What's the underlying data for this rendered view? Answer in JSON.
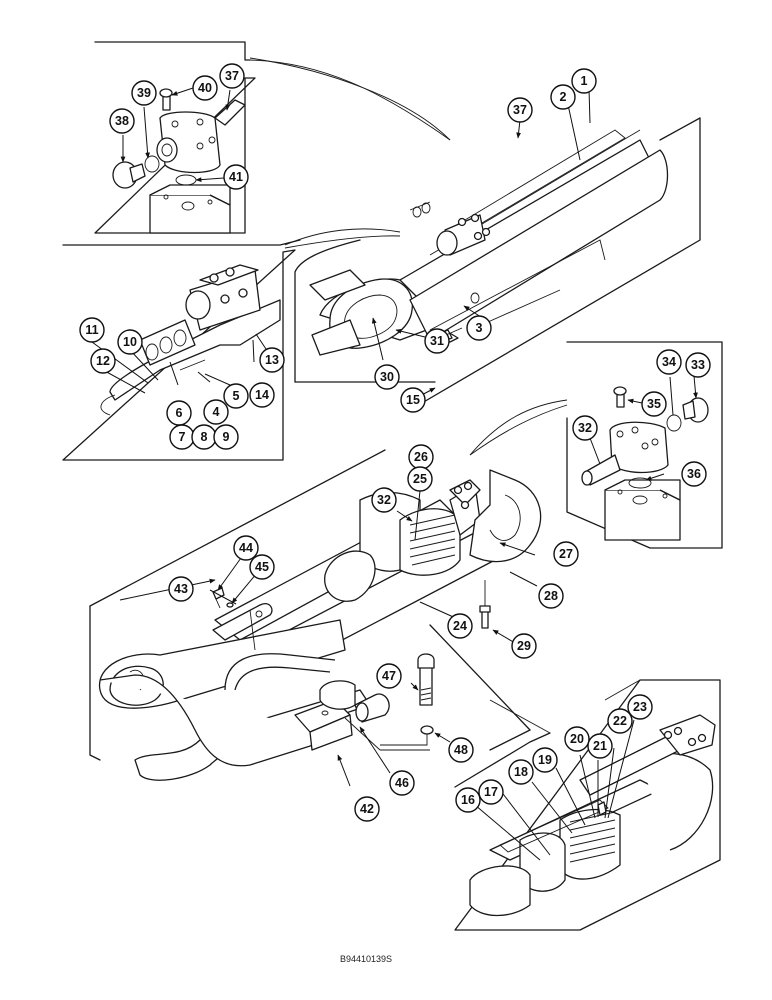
{
  "figure_id": "B94410139S",
  "colors": {
    "line": "#1a1a1a",
    "background": "#ffffff"
  },
  "views": [
    {
      "name": "detail-top-left",
      "description": "Manifold block with plug, o-rings and bolt",
      "callouts": [
        "37",
        "38",
        "39",
        "40",
        "41"
      ]
    },
    {
      "name": "detail-left",
      "description": "Rod end with shims, wear pads and bolts",
      "callouts": [
        "4",
        "5",
        "6",
        "7",
        "8",
        "9",
        "10",
        "11",
        "12",
        "13",
        "14"
      ]
    },
    {
      "name": "main-upper-assembly",
      "description": "Cylinder barrel with boom foot",
      "callouts": [
        "1",
        "2",
        "3",
        "15",
        "30",
        "31",
        "37"
      ]
    },
    {
      "name": "detail-right",
      "description": "Manifold block with plug, o-rings and bolt",
      "callouts": [
        "32",
        "33",
        "34",
        "35",
        "36"
      ]
    },
    {
      "name": "main-lower-assembly",
      "description": "Cylinder with piston, tube and clamp",
      "callouts": [
        "24",
        "25",
        "26",
        "27",
        "28",
        "29",
        "32",
        "42",
        "43",
        "44",
        "45",
        "46",
        "47",
        "48"
      ]
    },
    {
      "name": "detail-bottom-right",
      "description": "Piston rod seals and wear rings",
      "callouts": [
        "16",
        "17",
        "18",
        "19",
        "20",
        "21",
        "22",
        "23"
      ]
    }
  ],
  "callouts": {
    "c1": "1",
    "c2": "2",
    "c3": "3",
    "c4": "4",
    "c5": "5",
    "c6": "6",
    "c7": "7",
    "c8": "8",
    "c9": "9",
    "c10": "10",
    "c11": "11",
    "c12": "12",
    "c13": "13",
    "c14": "14",
    "c15": "15",
    "c16": "16",
    "c17": "17",
    "c18": "18",
    "c19": "19",
    "c20": "20",
    "c21": "21",
    "c22": "22",
    "c23": "23",
    "c24": "24",
    "c25": "25",
    "c26": "26",
    "c27": "27",
    "c28": "28",
    "c29": "29",
    "c30": "30",
    "c31": "31",
    "c32a": "32",
    "c32b": "32",
    "c33": "33",
    "c34": "34",
    "c35": "35",
    "c36": "36",
    "c37a": "37",
    "c37b": "37",
    "c38": "38",
    "c39": "39",
    "c40": "40",
    "c41": "41",
    "c42": "42",
    "c43": "43",
    "c44": "44",
    "c45": "45",
    "c46": "46",
    "c47": "47",
    "c48": "48"
  }
}
